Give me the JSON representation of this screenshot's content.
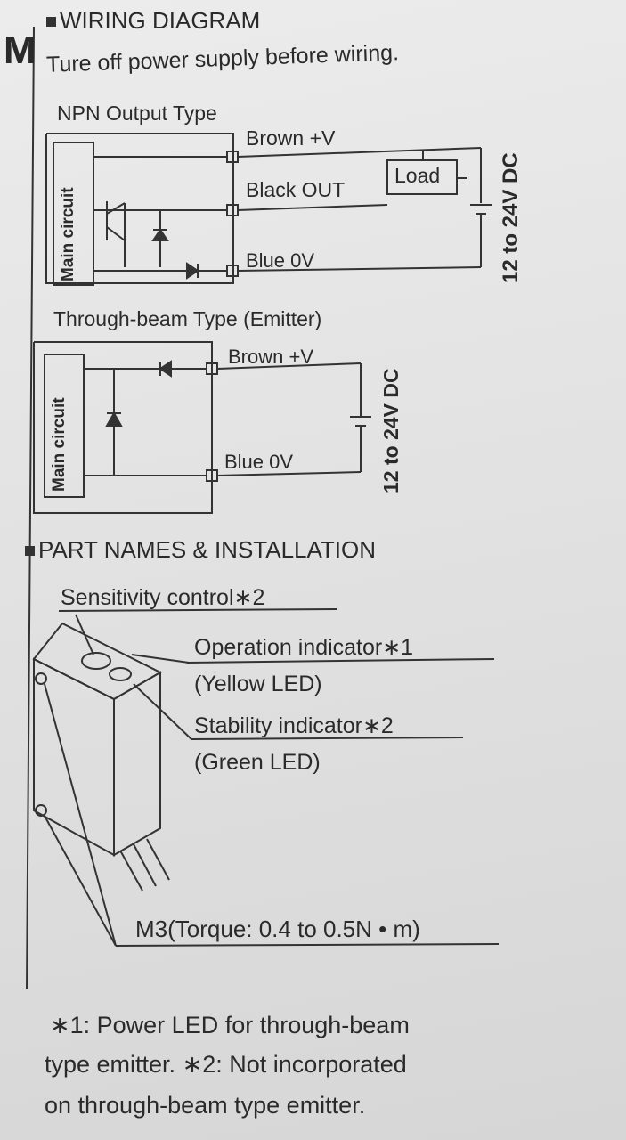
{
  "header": {
    "title": "WIRING DIAGRAM",
    "note": "Ture off power supply before wiring.",
    "edge_letter": "M"
  },
  "npn": {
    "title": "NPN Output Type",
    "main_circuit": "Main circuit",
    "brown": "Brown +V",
    "black": "Black OUT",
    "load": "Load",
    "blue": "Blue 0V",
    "supply": "12 to 24V DC"
  },
  "emitter": {
    "title": "Through-beam Type (Emitter)",
    "main_circuit": "Main circuit",
    "brown": "Brown +V",
    "blue": "Blue 0V",
    "supply": "12 to 24V DC"
  },
  "parts": {
    "title": "PART NAMES & INSTALLATION",
    "sensitivity": "Sensitivity control∗2",
    "operation": "Operation indicator∗1",
    "operation_sub": "(Yellow LED)",
    "stability": "Stability indicator∗2",
    "stability_sub": "(Green LED)",
    "m3": "M3(Torque: 0.4 to 0.5N • m)"
  },
  "footnote": {
    "line1": "∗1: Power LED for through-beam",
    "line2": "type emitter. ∗2: Not incorporated",
    "line3": "on through-beam type emitter."
  }
}
